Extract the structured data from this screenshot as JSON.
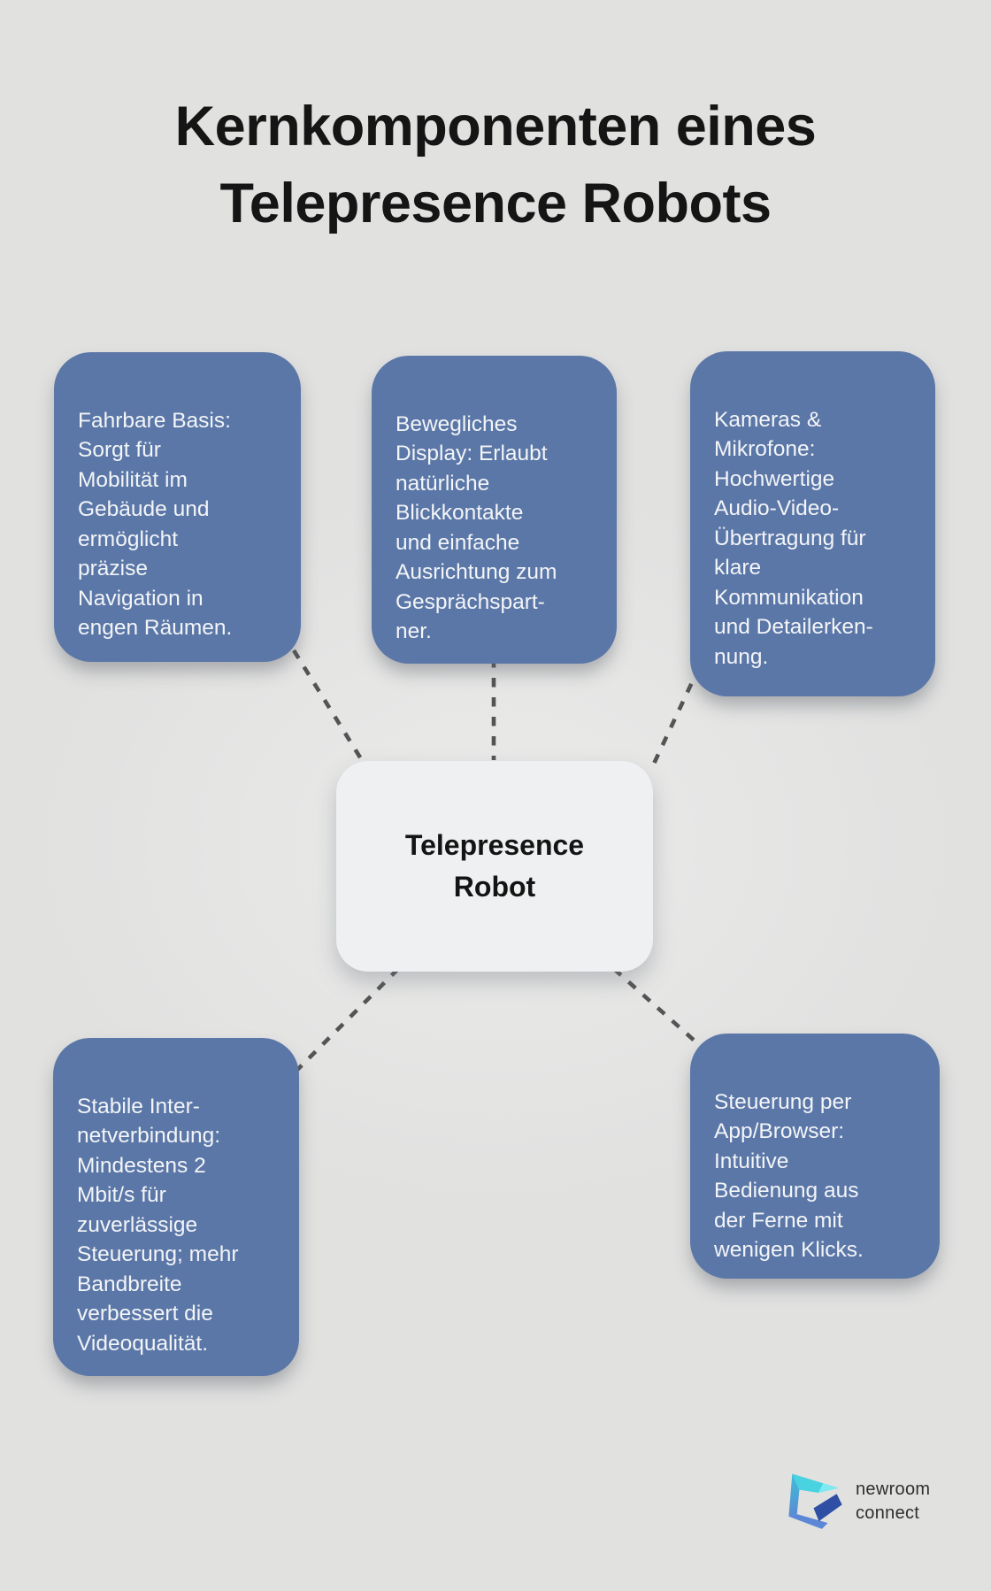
{
  "title": "Kernkomponenten eines\nTelepresence Robots",
  "center_node": {
    "label": "Telepresence\nRobot"
  },
  "components": [
    {
      "id": "fahrbare-basis",
      "text": "Fahrbare Basis:\nSorgt für\nMobilität im\nGebäude und\nermöglicht\npräzise\nNavigation in\nengen Räumen."
    },
    {
      "id": "bewegliches-display",
      "text": "Bewegliches\nDisplay: Erlaubt\nnatürliche\nBlickkontakte\nund einfache\nAusrichtung zum\nGesprächspart-\nner."
    },
    {
      "id": "kameras-mikrofone",
      "text": "Kameras &\nMikrofone:\nHochwertige\nAudio-Video-\nÜbertragung für\nklare\nKommunikation\nund Detailerken-\nnung."
    },
    {
      "id": "stabile-internetverbindung",
      "text": "Stabile Inter-\nnetverbindung:\nMindestens 2\nMbit/s für\nzuverlässige\nSteuerung; mehr\nBandbreite\nverbessert die\nVideoqualität."
    },
    {
      "id": "steuerung-app-browser",
      "text": "Steuerung per\nApp/Browser:\nIntuitive\nBedienung aus\nder Ferne mit\nwenigen Klicks."
    }
  ],
  "logo": {
    "line1": "newroom",
    "line2": "connect"
  },
  "colors": {
    "bg": "#e1e1e0",
    "card": "#5b77a8",
    "card-text": "#f3f5f7",
    "center-bg": "#eef0f1",
    "title": "#151515",
    "dash": "#545454",
    "logo-teal": "#49d2e0",
    "logo-blue": "#2e4fa4"
  }
}
